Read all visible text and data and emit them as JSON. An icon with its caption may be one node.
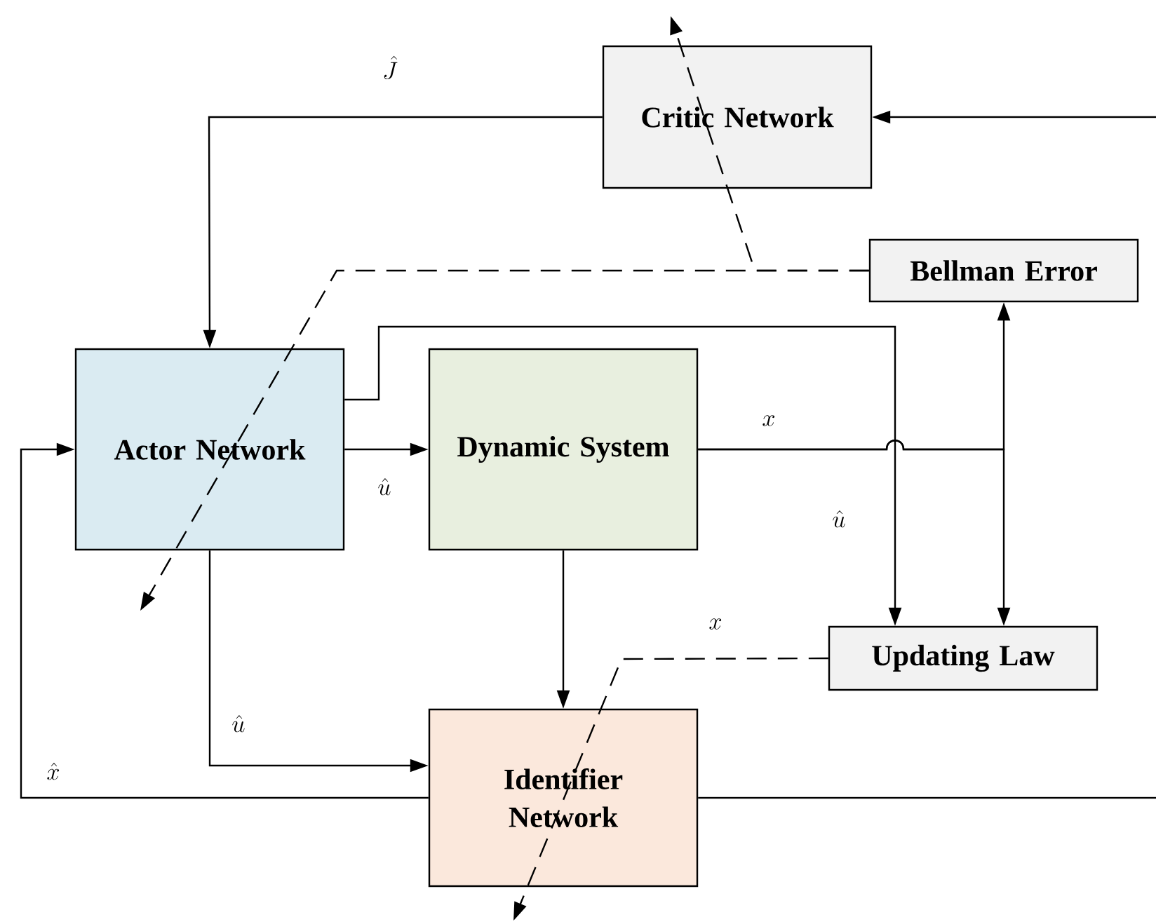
{
  "diagram": {
    "nodes": [
      {
        "text": [
          "Critic Network"
        ]
      },
      {
        "text": [
          "Bellman Error"
        ]
      },
      {
        "text": [
          "Actor Network"
        ]
      },
      {
        "text": [
          "Dynamic System"
        ]
      },
      {
        "text": [
          "Updating Law"
        ]
      },
      {
        "text": [
          "Identifier Network"
        ]
      }
    ],
    "edges": [
      {
        "from": 0,
        "to": 2,
        "arrow": "to",
        "label": "\\hat{J}"
      },
      {
        "from": 2,
        "to": 3,
        "arrow": "to",
        "label": "\\hat{u}"
      },
      {
        "from": 2,
        "to": 4,
        "arrow": "to",
        "label": "\\hat{u}"
      },
      {
        "from": 3,
        "to": 1,
        "arrow": "to",
        "label": "x"
      },
      {
        "from": 3,
        "to": 4,
        "arrow": "to"
      },
      {
        "from": 3,
        "to": 5,
        "arrow": "to"
      },
      {
        "from": 2,
        "to": 5,
        "arrow": "to",
        "label": "\\hat{u}"
      },
      {
        "from": 5,
        "to": 2,
        "arrow": "to",
        "label": "\\hat{x}"
      },
      {
        "from": null,
        "to": 0,
        "arrow": "to"
      },
      {
        "from": 5,
        "to": null,
        "arrow": "none"
      },
      {
        "from": 1,
        "to": 0,
        "arrow": "to",
        "style": "dashed"
      },
      {
        "from": 1,
        "to": 2,
        "arrow": "to",
        "style": "dashed"
      },
      {
        "from": 4,
        "to": 5,
        "arrow": "to",
        "style": "dashed",
        "label": "x"
      }
    ]
  }
}
